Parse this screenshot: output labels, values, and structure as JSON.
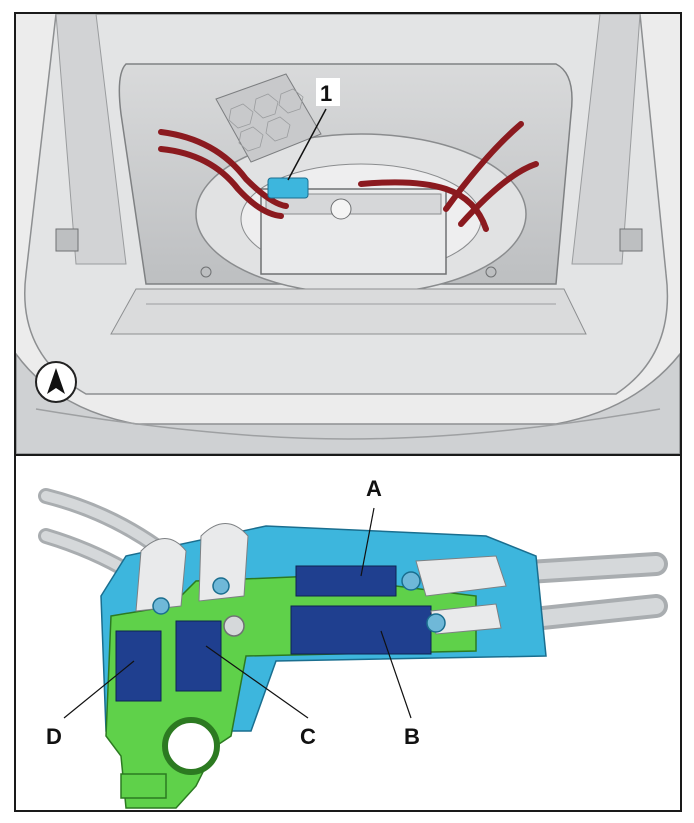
{
  "top_view": {
    "callout_1": "1",
    "north_arrow_icon": "north-arrow-icon"
  },
  "detail_view": {
    "callout_a": "A",
    "callout_b": "B",
    "callout_c": "C",
    "callout_d": "D"
  },
  "colors": {
    "cable_red": "#8b1a1f",
    "terminal_cyan": "#3db6dd",
    "clamp_green": "#5fd14a",
    "fuse_blue": "#1f3f8f",
    "cable_gray": "#bfc3c6"
  }
}
